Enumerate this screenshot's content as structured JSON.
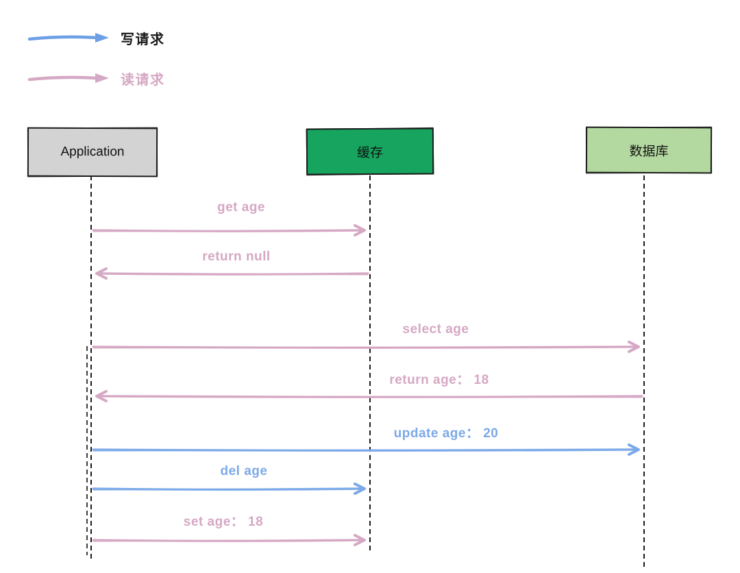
{
  "legend": {
    "items": [
      {
        "id": "write",
        "label": "写请求",
        "color": "#6D9FE5",
        "label_color": "#1a1a1a"
      },
      {
        "id": "read",
        "label": "读请求",
        "color": "#D5A8C4",
        "label_color": "#D5A8C4"
      }
    ]
  },
  "actors": [
    {
      "id": "application",
      "label": "Application",
      "fill": "#D3D3D3"
    },
    {
      "id": "cache",
      "label": "缓存",
      "fill": "#17A45E"
    },
    {
      "id": "database",
      "label": "数据库",
      "fill": "#B4D9A0"
    }
  ],
  "messages": [
    {
      "label": "get age",
      "from": "application",
      "to": "cache",
      "type": "read"
    },
    {
      "label": "return null",
      "from": "cache",
      "to": "application",
      "type": "read"
    },
    {
      "label": "select age",
      "from": "application",
      "to": "database",
      "type": "read"
    },
    {
      "label": "return age： 18",
      "from": "database",
      "to": "application",
      "type": "read"
    },
    {
      "label": "update age： 20",
      "from": "application",
      "to": "database",
      "type": "write"
    },
    {
      "label": "del age",
      "from": "application",
      "to": "cache",
      "type": "write"
    },
    {
      "label": "set age： 18",
      "from": "application",
      "to": "cache",
      "type": "read"
    }
  ],
  "message_colors": {
    "read": "#D5A8C4",
    "write": "#7BA9E8"
  }
}
